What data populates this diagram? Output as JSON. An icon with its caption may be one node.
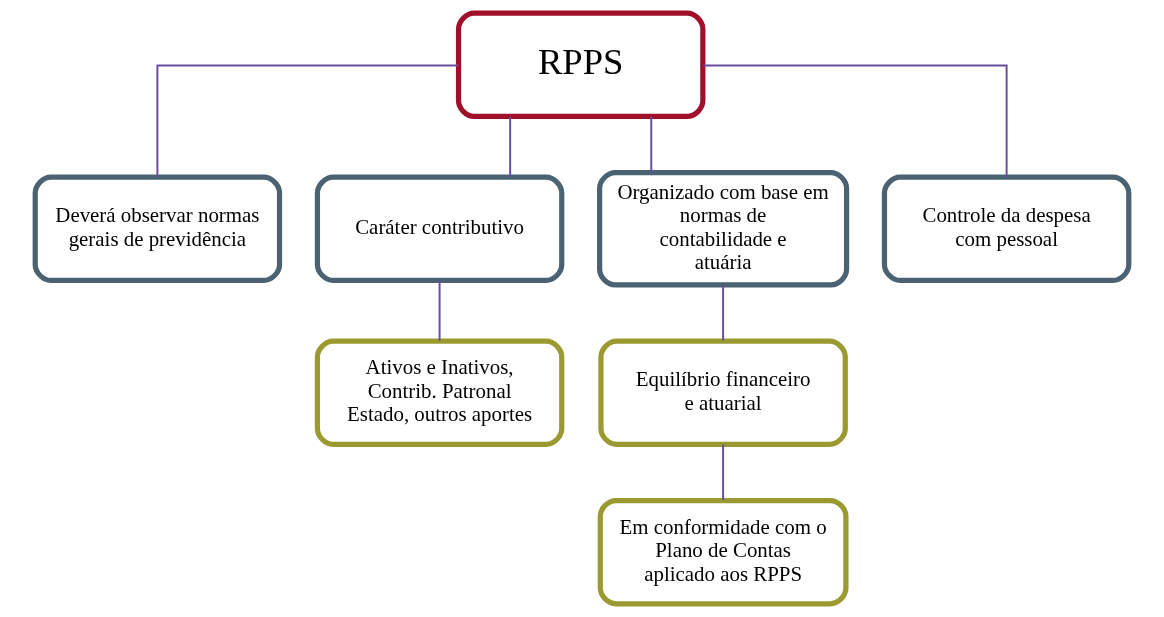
{
  "diagram": {
    "nodes": [
      {
        "text": [
          "RPPS"
        ]
      },
      {
        "text": [
          "Deverá observar normas gerais de previdência"
        ]
      },
      {
        "text": [
          "Caráter contributivo"
        ]
      },
      {
        "text": [
          "Organizado com base em normas de contabilidade e atuária"
        ]
      },
      {
        "text": [
          "Controle da despesa com pessoal"
        ]
      },
      {
        "text": [
          "Ativos e Inativos, Contrib. Patronal Estado, outros aportes"
        ]
      },
      {
        "text": [
          "Equilíbrio financeiro e atuarial"
        ]
      },
      {
        "text": [
          "Em conformidade com o Plano de Contas aplicado aos RPPS"
        ]
      }
    ],
    "edges": [
      {
        "from": 0,
        "to": 1,
        "arrow": "none"
      },
      {
        "from": 0,
        "to": 2,
        "arrow": "none"
      },
      {
        "from": 0,
        "to": 3,
        "arrow": "none"
      },
      {
        "from": 0,
        "to": 4,
        "arrow": "none"
      },
      {
        "from": 2,
        "to": 5,
        "arrow": "none"
      },
      {
        "from": 3,
        "to": 6,
        "arrow": "none"
      },
      {
        "from": 6,
        "to": 7,
        "arrow": "none"
      }
    ]
  }
}
